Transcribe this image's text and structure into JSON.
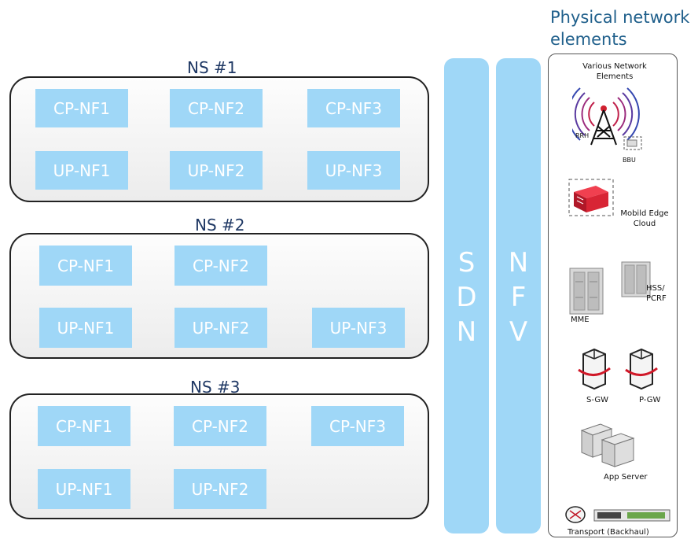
{
  "network_slices": [
    {
      "title": "NS #1",
      "cp": [
        "CP-NF1",
        "CP-NF2",
        "CP-NF3"
      ],
      "up": [
        "UP-NF1",
        "UP-NF2",
        "UP-NF3"
      ]
    },
    {
      "title": "NS #2",
      "cp": [
        "CP-NF1",
        "CP-NF2"
      ],
      "up": [
        "UP-NF1",
        "UP-NF2",
        "UP-NF3"
      ]
    },
    {
      "title": "NS #3",
      "cp": [
        "CP-NF1",
        "CP-NF2",
        "CP-NF3"
      ],
      "up": [
        "UP-NF1",
        "UP-NF2"
      ]
    }
  ],
  "columns": {
    "sdn": [
      "S",
      "D",
      "N"
    ],
    "nfv": [
      "N",
      "F",
      "V"
    ]
  },
  "physical": {
    "title_line1": "Physical network",
    "title_line2": "elements",
    "various_line1": "Various Network",
    "various_line2": "Elements",
    "rrh": "RRH",
    "bbu": "BBU",
    "mec_line1": "Mobild Edge",
    "mec_line2": "Cloud",
    "mme": "MME",
    "hss_line1": "HSS/",
    "hss_line2": "PCRF",
    "sgw": "S-GW",
    "pgw": "P-GW",
    "app_server": "App Server",
    "transport": "Transport (Backhaul)"
  },
  "colors": {
    "nf_box": "#9fd7f7",
    "title": "#1f3864",
    "phys_title": "#1f5f8b"
  }
}
